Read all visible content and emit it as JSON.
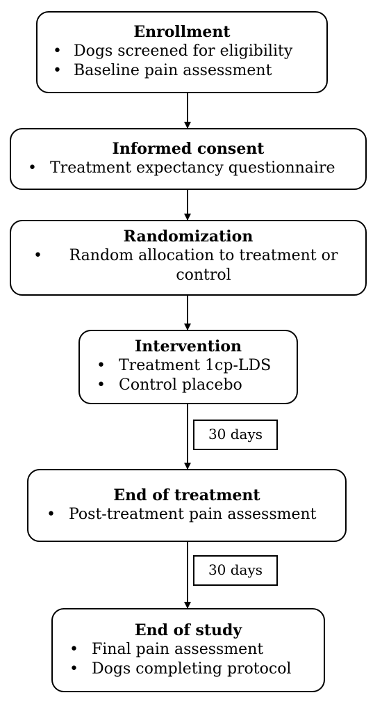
{
  "steps": [
    {
      "title": "Enrollment",
      "items": [
        "Dogs screened for eligibility",
        "Baseline pain assessment"
      ]
    },
    {
      "title": "Informed consent",
      "items": [
        "Treatment expectancy questionnaire"
      ]
    },
    {
      "title": "Randomization",
      "items": [
        "Random allocation to treatment or control"
      ]
    },
    {
      "title": "Intervention",
      "items": [
        "Treatment 1cp-LDS",
        "Control placebo"
      ]
    },
    {
      "title": "End of treatment",
      "items": [
        "Post-treatment pain assessment"
      ]
    },
    {
      "title": "End of study",
      "items": [
        "Final pain assessment",
        "Dogs completing protocol"
      ]
    }
  ],
  "durations": [
    "30 days",
    "30 days"
  ],
  "bullet_symbol": "•"
}
